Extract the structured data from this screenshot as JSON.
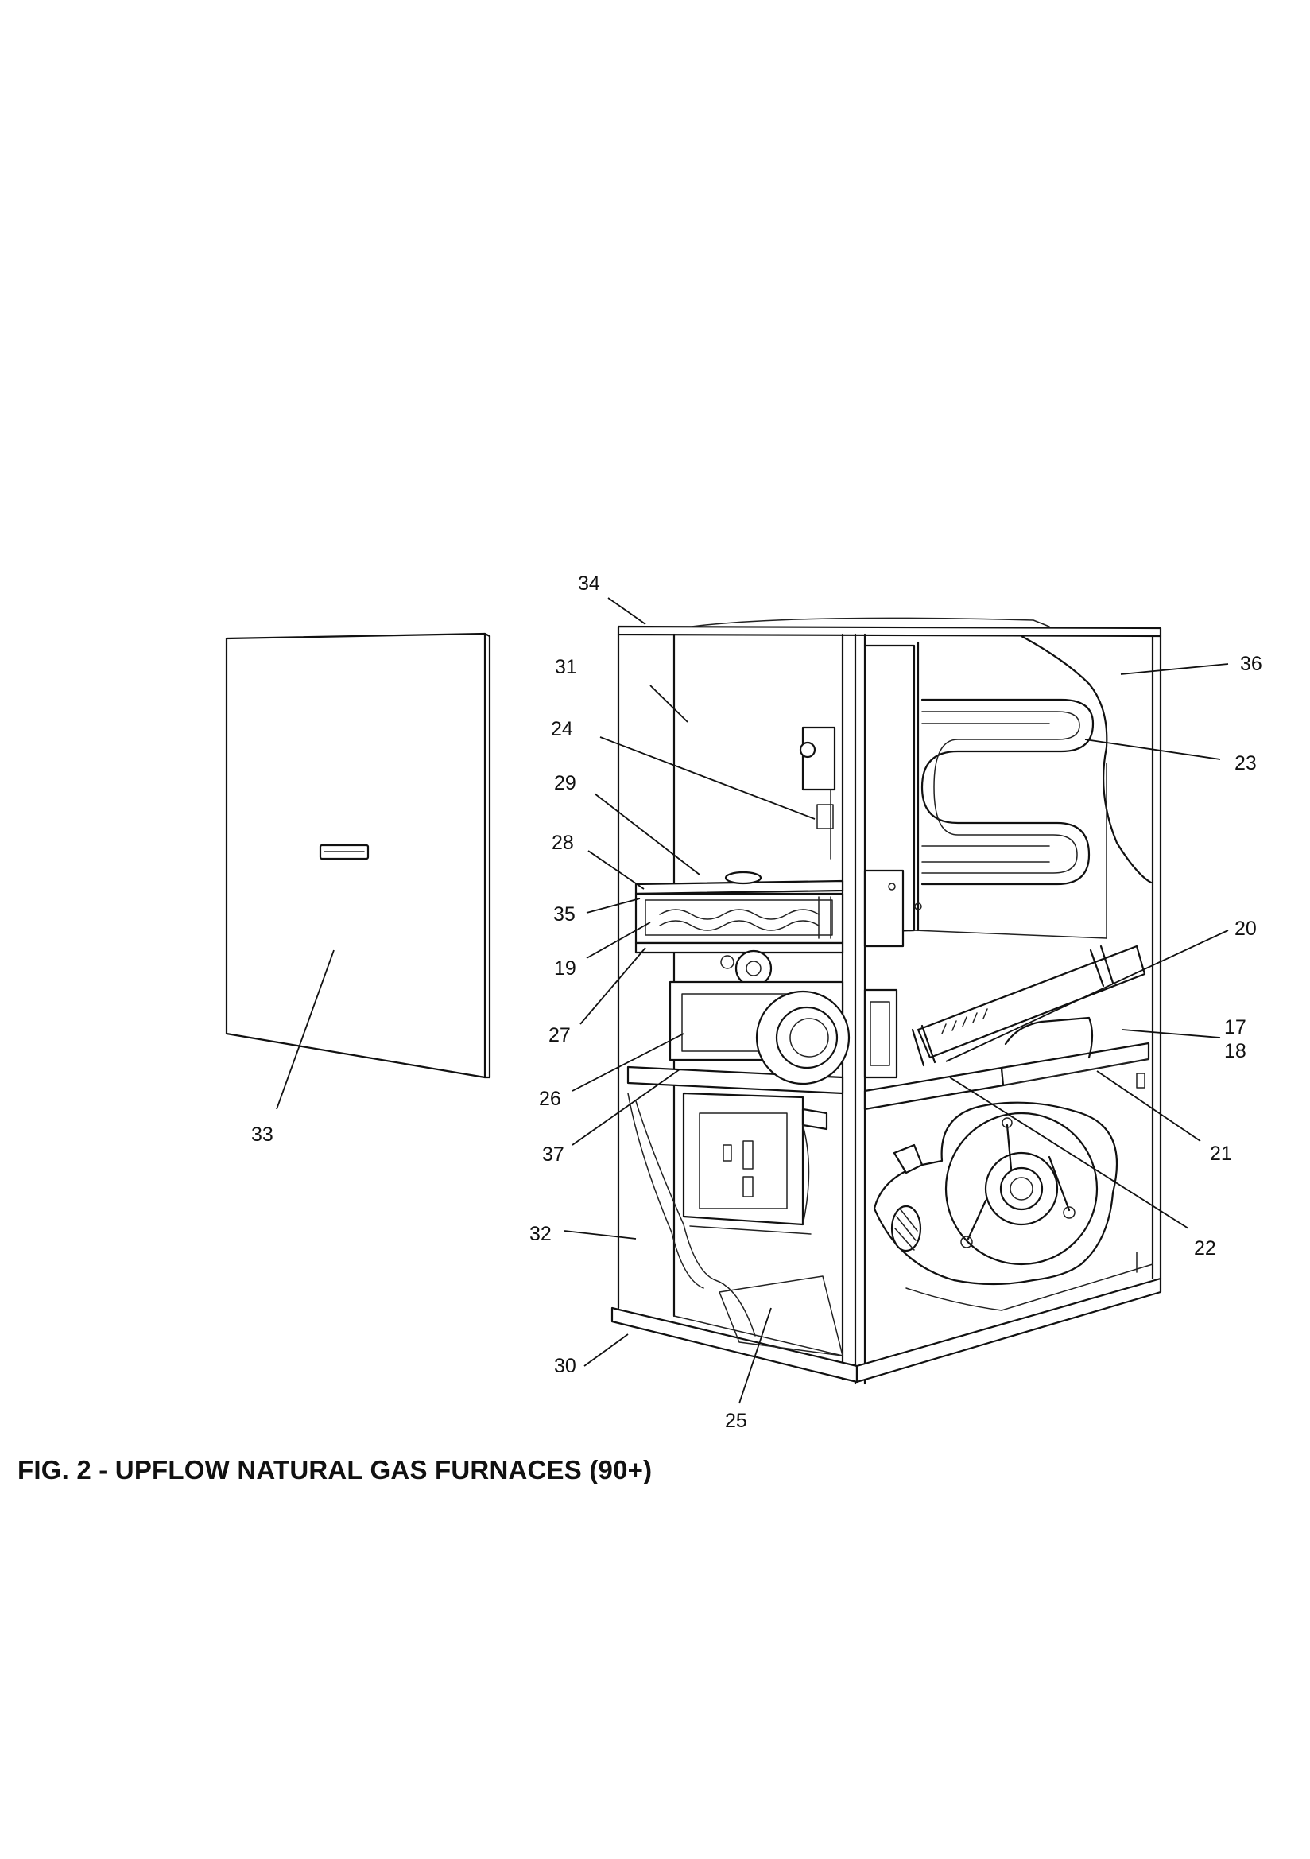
{
  "figure": {
    "caption": "FIG. 2 - UPFLOW NATURAL GAS FURNACES (90+)"
  },
  "callouts": {
    "c34": "34",
    "c31": "31",
    "c24": "24",
    "c29": "29",
    "c28": "28",
    "c35": "35",
    "c19": "19",
    "c27": "27",
    "c26": "26",
    "c37": "37",
    "c32": "32",
    "c30": "30",
    "c25": "25",
    "c33": "33",
    "c36": "36",
    "c23": "23",
    "c20": "20",
    "c17": "17",
    "c18": "18",
    "c21": "21",
    "c22": "22"
  }
}
